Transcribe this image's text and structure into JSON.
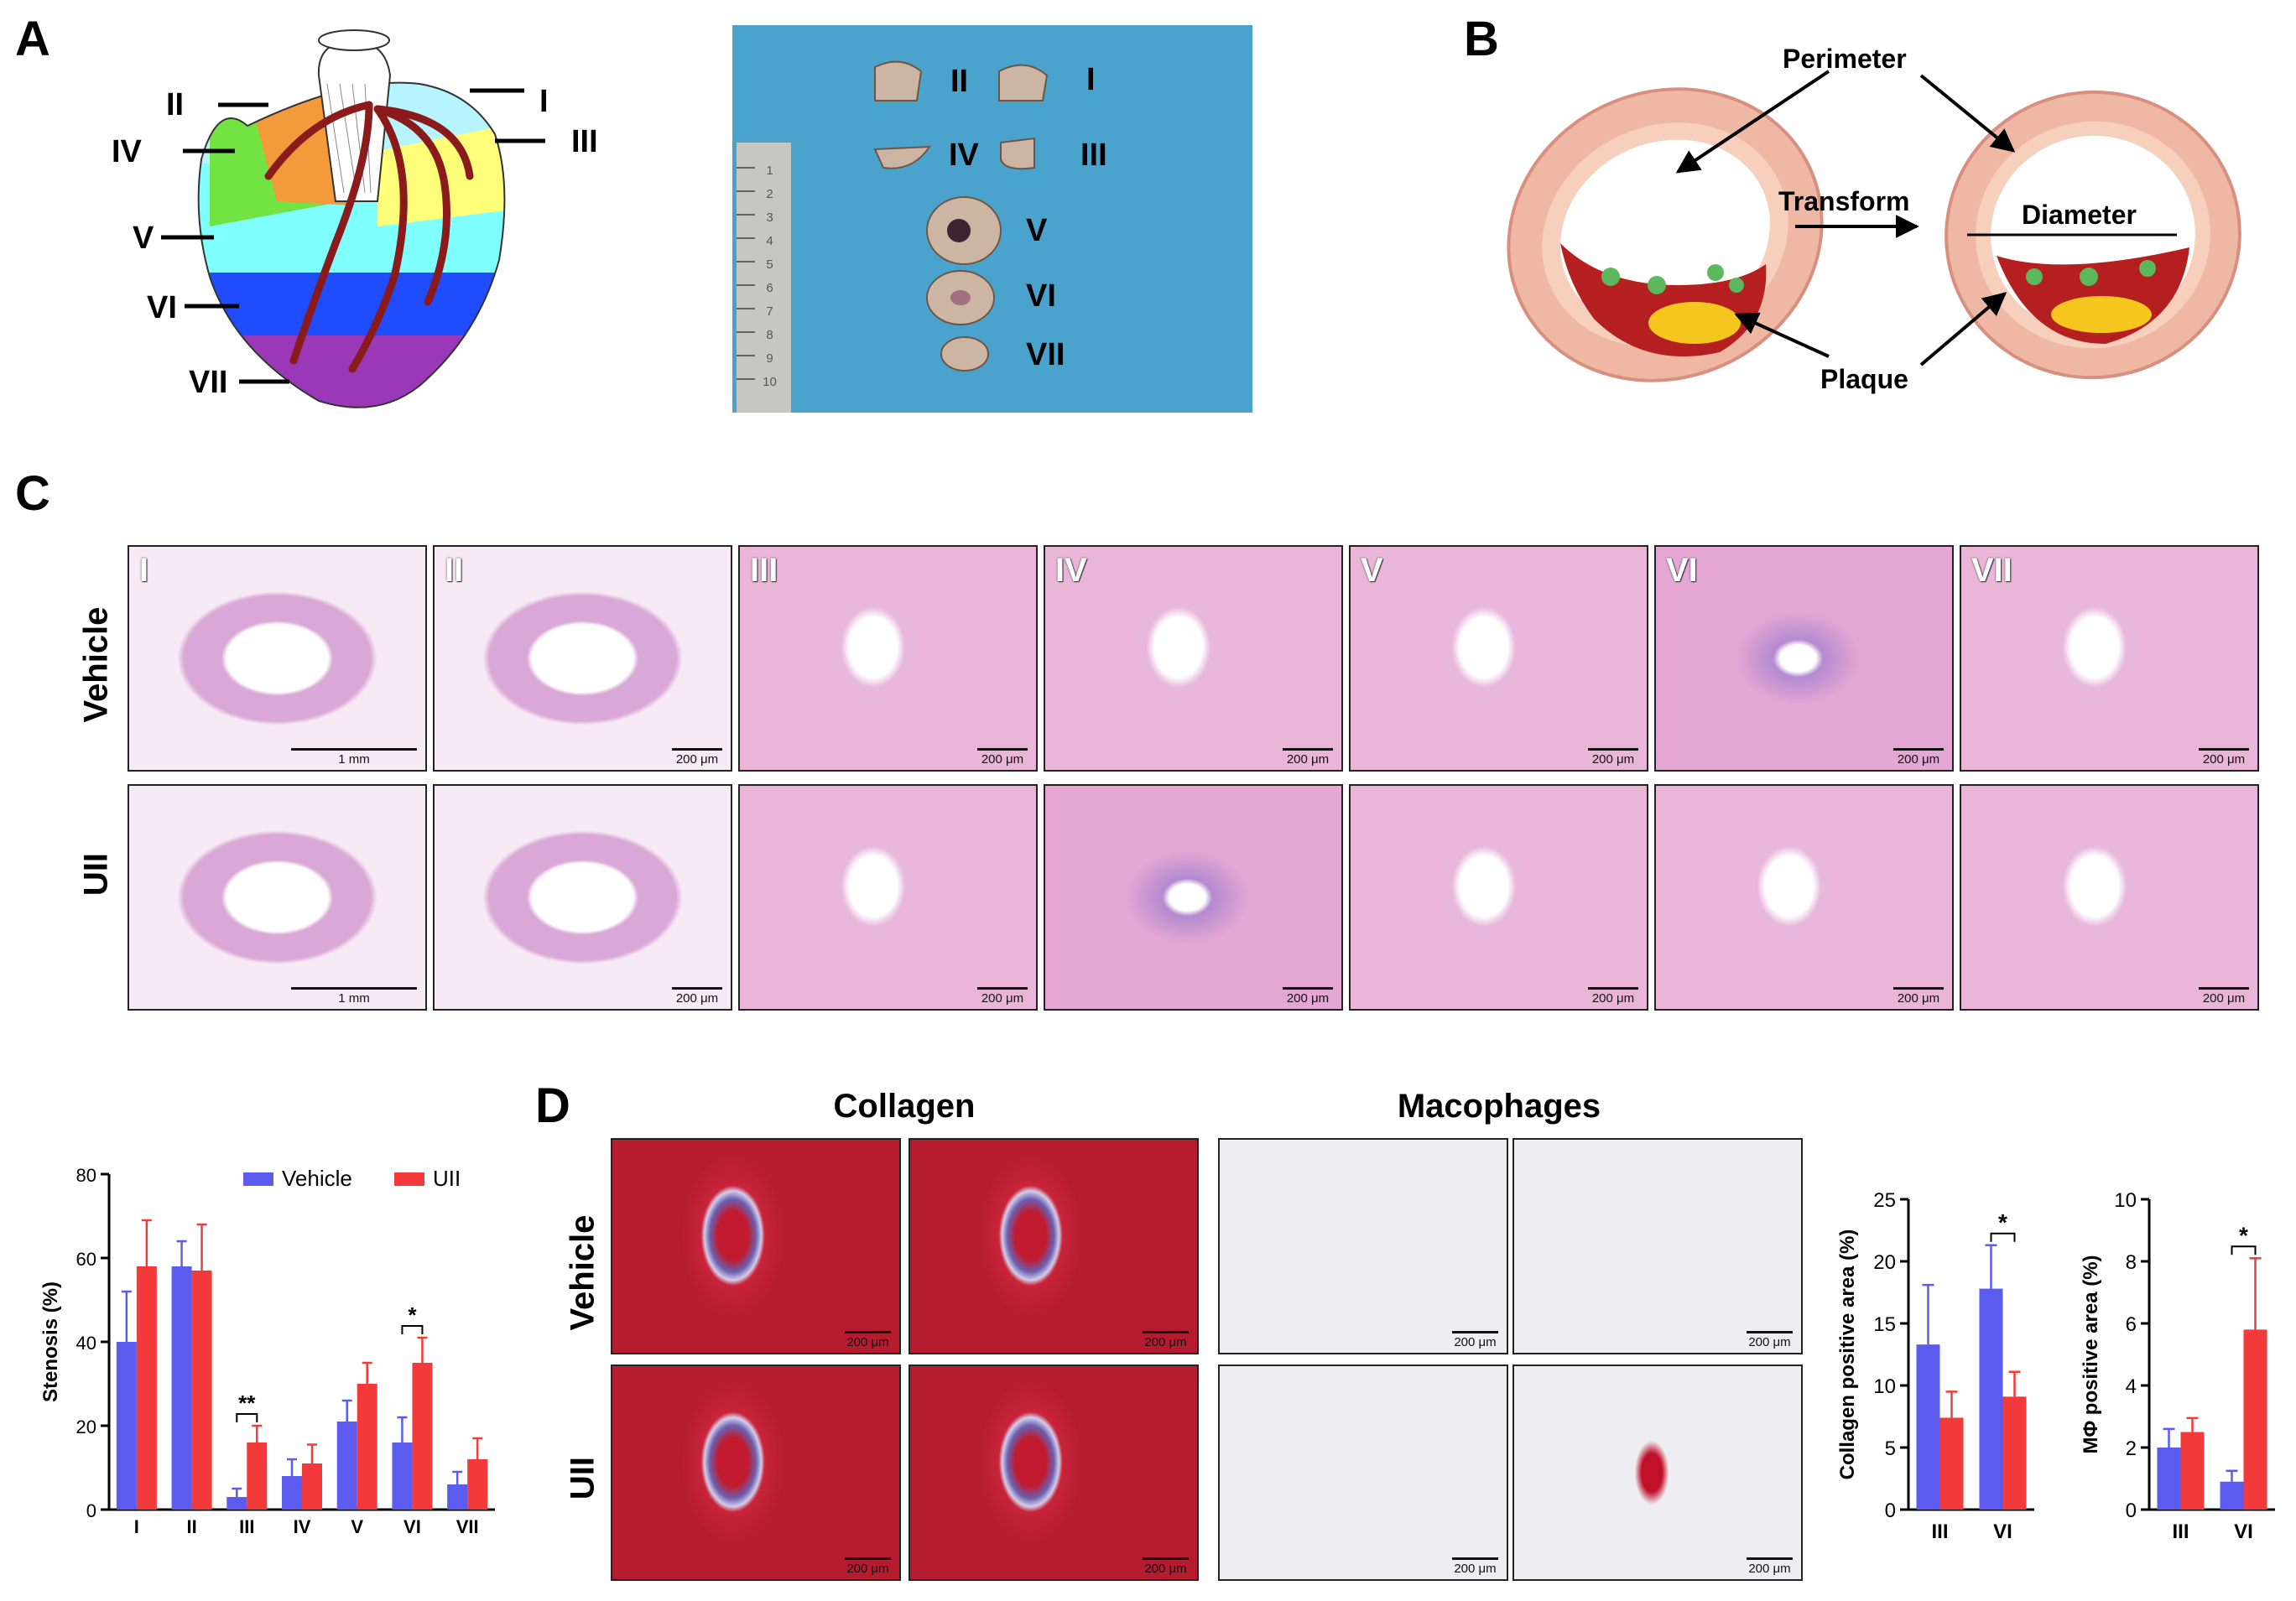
{
  "panels": {
    "a": "A",
    "b": "B",
    "c": "C",
    "d": "D"
  },
  "panel_a": {
    "segment_labels": [
      "I",
      "II",
      "III",
      "IV",
      "V",
      "VI",
      "VII"
    ],
    "ruler_ticks": [
      "1",
      "2",
      "3",
      "4",
      "5",
      "6",
      "7",
      "8",
      "9",
      "10"
    ]
  },
  "panel_b": {
    "perimeter": "Perimeter",
    "transform": "Transform",
    "diameter": "Diameter",
    "plaque": "Plaque"
  },
  "panel_c": {
    "rows": [
      "Vehicle",
      "UII"
    ],
    "columns": [
      "I",
      "II",
      "III",
      "IV",
      "V",
      "VI",
      "VII"
    ],
    "scale_bars": [
      "1 mm",
      "200 μm",
      "200 μm",
      "200 μm",
      "200 μm",
      "200 μm",
      "200 μm"
    ]
  },
  "panel_d": {
    "col_titles": [
      "Collagen",
      "Macophages"
    ],
    "rows": [
      "Vehicle",
      "UII"
    ],
    "scale_bar": "200 μm"
  },
  "colors": {
    "vehicle": "#5b5bf0",
    "uii": "#f23a3a",
    "he_pink": "#e7b3d6",
    "trichrome_red": "#c8243a",
    "ihc_bg": "#eeeef2"
  },
  "chart_data": [
    {
      "type": "bar",
      "categories": [
        "I",
        "II",
        "III",
        "IV",
        "V",
        "VI",
        "VII"
      ],
      "series": [
        {
          "name": "Vehicle",
          "values": [
            40,
            58,
            3,
            8,
            21,
            16,
            6
          ],
          "errors": [
            12,
            6,
            2,
            4,
            5,
            6,
            3
          ]
        },
        {
          "name": "UII",
          "values": [
            58,
            57,
            16,
            11,
            30,
            35,
            12
          ],
          "errors": [
            11,
            11,
            4,
            4.5,
            5,
            6,
            5
          ]
        }
      ],
      "title": "",
      "xlabel": "",
      "ylabel": "Stenosis (%)",
      "ylim": [
        0,
        80
      ],
      "yticks": [
        0,
        20,
        40,
        60,
        80
      ],
      "legend": "top",
      "significance": [
        {
          "category": "III",
          "label": "**"
        },
        {
          "category": "VI",
          "label": "*"
        }
      ]
    },
    {
      "type": "bar",
      "categories": [
        "III",
        "VI"
      ],
      "series": [
        {
          "name": "Vehicle",
          "values": [
            13.3,
            17.8
          ],
          "errors": [
            4.8,
            3.5
          ]
        },
        {
          "name": "UII",
          "values": [
            7.4,
            9.1
          ],
          "errors": [
            2.1,
            2.0
          ]
        }
      ],
      "title": "",
      "xlabel": "",
      "ylabel": "Collagen positive area (%)",
      "ylim": [
        0,
        25
      ],
      "yticks": [
        0,
        5,
        10,
        15,
        20,
        25
      ],
      "significance": [
        {
          "category": "VI",
          "label": "*"
        }
      ]
    },
    {
      "type": "bar",
      "categories": [
        "III",
        "VI"
      ],
      "series": [
        {
          "name": "Vehicle",
          "values": [
            2.0,
            0.9
          ],
          "errors": [
            0.6,
            0.35
          ]
        },
        {
          "name": "UII",
          "values": [
            2.5,
            5.8
          ],
          "errors": [
            0.45,
            2.3
          ]
        }
      ],
      "title": "",
      "xlabel": "",
      "ylabel": "MΦ positive area (%)",
      "ylim": [
        0,
        10
      ],
      "yticks": [
        0,
        2,
        4,
        6,
        8,
        10
      ],
      "significance": [
        {
          "category": "VI",
          "label": "*"
        }
      ]
    }
  ]
}
